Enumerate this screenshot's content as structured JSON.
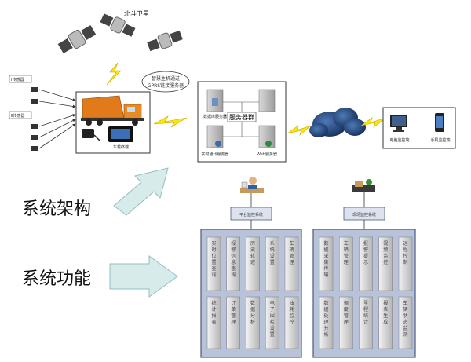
{
  "satellite": {
    "label": "北斗卫星"
  },
  "gprs": {
    "label_line1": "智慧主机通过",
    "label_line2": "GPRS链接服务器"
  },
  "sensors": {
    "group1_label": "Ⅰ传感器",
    "group2_label": "Ⅱ传感器"
  },
  "vehicle": {
    "device_label": "车载终端"
  },
  "server_cluster": {
    "title": "服务器群",
    "servers": [
      {
        "label": "数据库服务器"
      },
      {
        "label": "实时通讯服务器"
      },
      {
        "label": "Web服务器"
      }
    ]
  },
  "clients": [
    {
      "label": "电脑监控端"
    },
    {
      "label": "手机监控端"
    }
  ],
  "left_labels": {
    "architecture": "系统架构",
    "functions": "系统功能"
  },
  "panels": [
    {
      "title": "平台监控系统",
      "row1": [
        "实时位置查询",
        "报警信息查询",
        "历史轨迹",
        "系统设置",
        "车辆管理"
      ],
      "row2": [
        "统计报表",
        "订单管理",
        "数据分析",
        "电子围栏设置",
        "油耗监控"
      ]
    },
    {
      "title": "现场监控系统",
      "row1": [
        "数据采集传输",
        "车辆管理",
        "报警提示",
        "视频监控",
        "远程控制"
      ],
      "row2": [
        "数据处理分析",
        "调度管理",
        "里程统计",
        "报表生成",
        "车辆状态监测"
      ]
    }
  ],
  "colors": {
    "arrow_fill": "#d7ecea",
    "arrow_stroke": "#8fbfbd",
    "panel_fill": "#b8c3d9",
    "panel_border": "#4a5a82",
    "cloud": "#1f3f73",
    "lightning": "#ffe600",
    "truck": "#e07a1a"
  }
}
